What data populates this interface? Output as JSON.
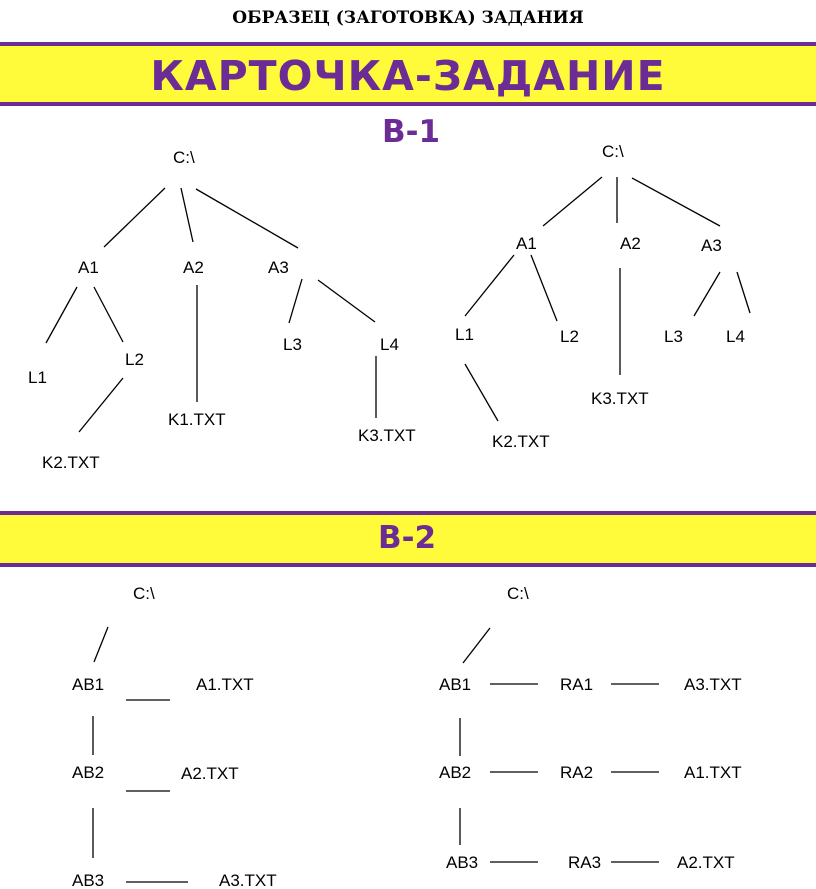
{
  "header": {
    "heading": "ОБРАЗЕЦ (ЗАГОТОВКА) ЗАДАНИЯ",
    "banner_title": "КАРТОЧКА-ЗАДАНИЕ"
  },
  "variant1": {
    "label": "В-1",
    "tree_left": {
      "root": "C:\\",
      "a1": "A1",
      "a2": "A2",
      "a3": "A3",
      "l1": "L1",
      "l2": "L2",
      "l3": "L3",
      "l4": "L4",
      "k2": "K2.TXT",
      "k1": "K1.TXT",
      "k3": "K3.TXT"
    },
    "tree_right": {
      "root": "C:\\",
      "a1": "A1",
      "a2": "A2",
      "a3": "A3",
      "l1": "L1",
      "l2": "L2",
      "l3": "L3",
      "l4": "L4",
      "k3": "K3.TXT",
      "k2": "K2.TXT"
    }
  },
  "variant2": {
    "label": "В-2",
    "tree_left": {
      "root": "C:\\",
      "ab1": "AB1",
      "ab2": "AB2",
      "ab3": "AB3",
      "f1": "A1.TXT",
      "f2": "A2.TXT",
      "f3": "A3.TXT"
    },
    "tree_right": {
      "root": "C:\\",
      "ab1": "AB1",
      "ab2": "AB2",
      "ab3": "AB3",
      "ra1": "RA1",
      "ra2": "RA2",
      "ra3": "RA3",
      "f1": "A3.TXT",
      "f2": "A1.TXT",
      "f3": "A2.TXT"
    }
  }
}
